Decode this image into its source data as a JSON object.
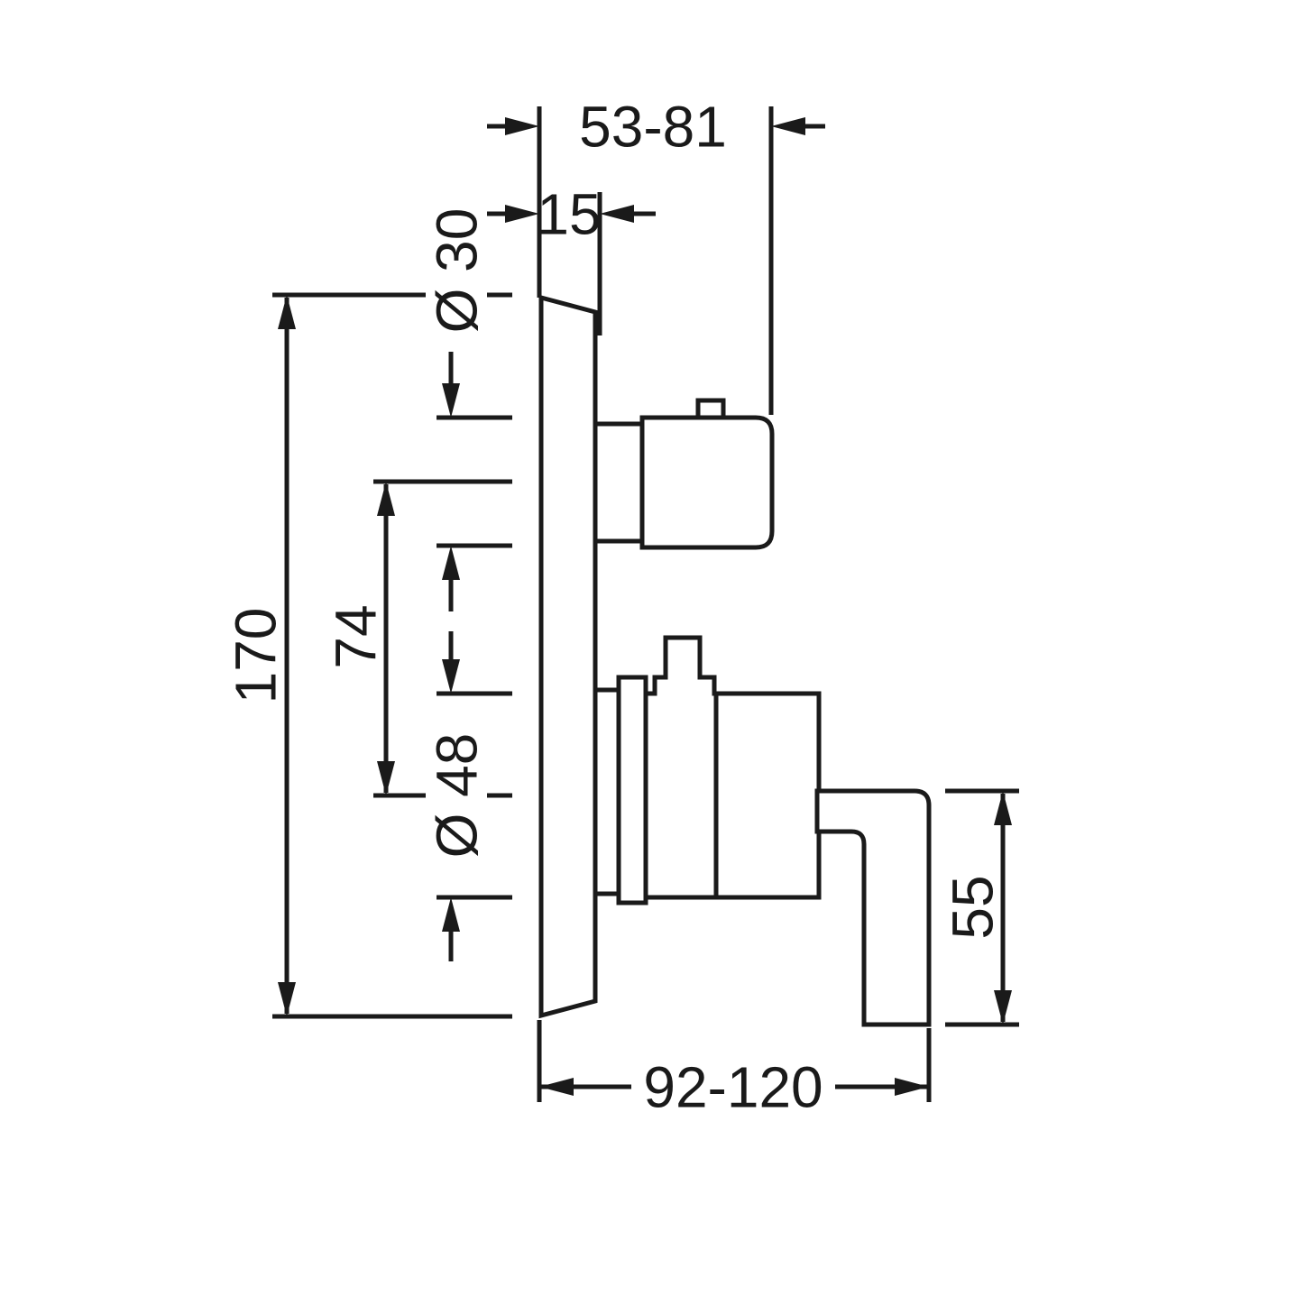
{
  "drawing": {
    "type": "technical-dimension-drawing",
    "subject": "concealed thermostat mixer, side view",
    "colors": {
      "line": "#1a1a1a",
      "background": "#ffffff"
    },
    "labels": {
      "depth_top": "53-81",
      "thickness": "15",
      "dia30": "Ø 30",
      "height": "170",
      "spacing": "74",
      "dia48": "Ø 48",
      "lever": "55",
      "depth_bottom": "92-120"
    }
  }
}
